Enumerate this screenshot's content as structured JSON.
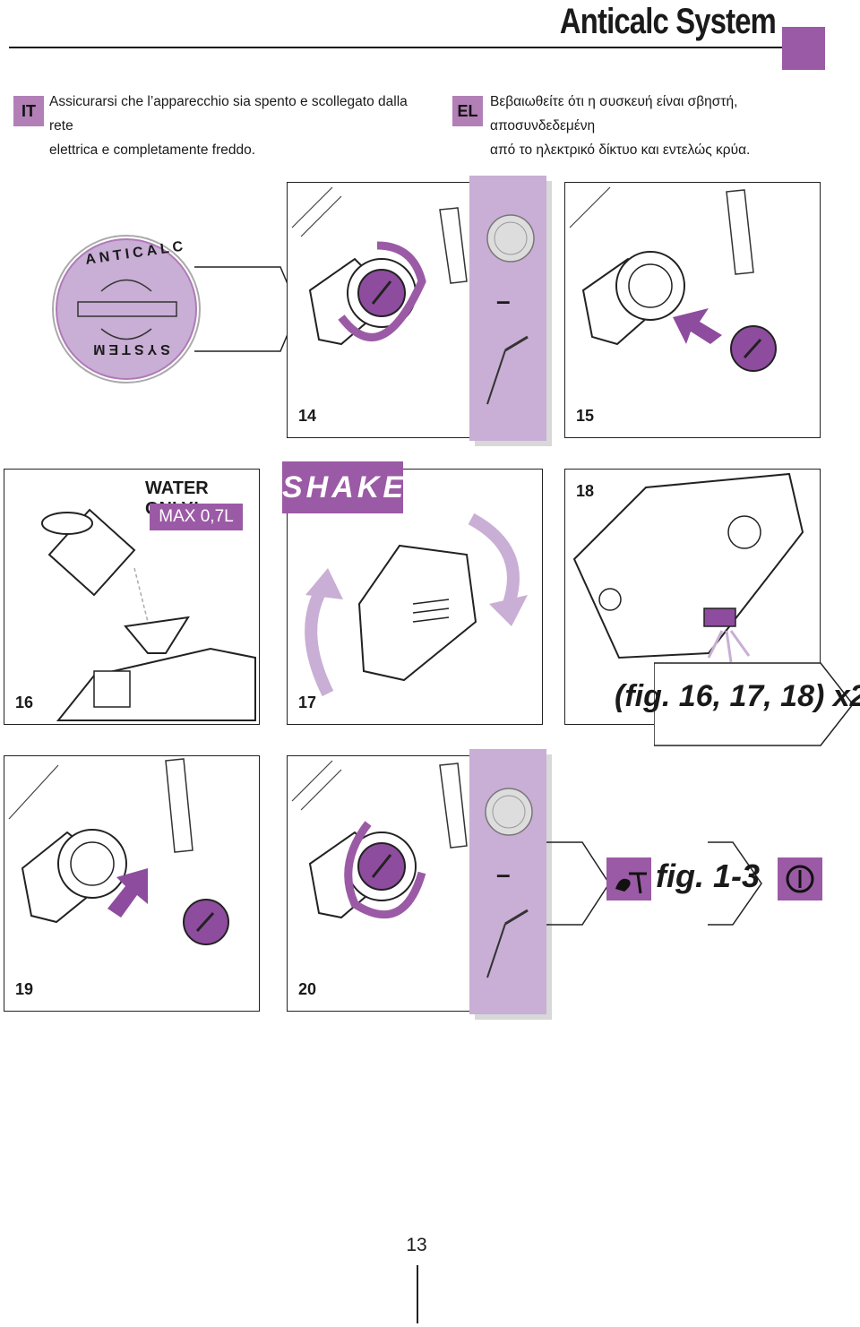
{
  "header": {
    "title": "Anticalc System"
  },
  "instructions": [
    {
      "lang": "IT",
      "text_line1": "Assicurarsi che l’apparecchio sia spento e scollegato dalla rete",
      "text_line2": "elettrica e completamente freddo."
    },
    {
      "lang": "EL",
      "text_line1": "Βεβαιωθείτε ότι η συσκευή είναι σβηστή, αποσυνδεδεμένη",
      "text_line2": "από το ηλεκτρικό δίκτυο και εντελώς κρύα."
    }
  ],
  "logo": {
    "top_text": "ANTICALC",
    "bottom_text": "SYSTEM"
  },
  "figures": {
    "fig14": "14",
    "fig15": "15",
    "fig16": "16",
    "fig17": "17",
    "fig18": "18",
    "fig19": "19",
    "fig20": "20"
  },
  "fig16_labels": {
    "warning": "WATER ONLY!",
    "max": "MAX 0,7L"
  },
  "fig17_label": "SHAKE",
  "strip_sign": "–",
  "repeat_note": "(fig. 16, 17, 18) x2",
  "final_step": {
    "text": "fig. 1-3"
  },
  "page_number": "13",
  "colors": {
    "accent": "#9b5aa5",
    "light_accent": "#c9aed5",
    "lang_badge": "#b27fb6"
  }
}
